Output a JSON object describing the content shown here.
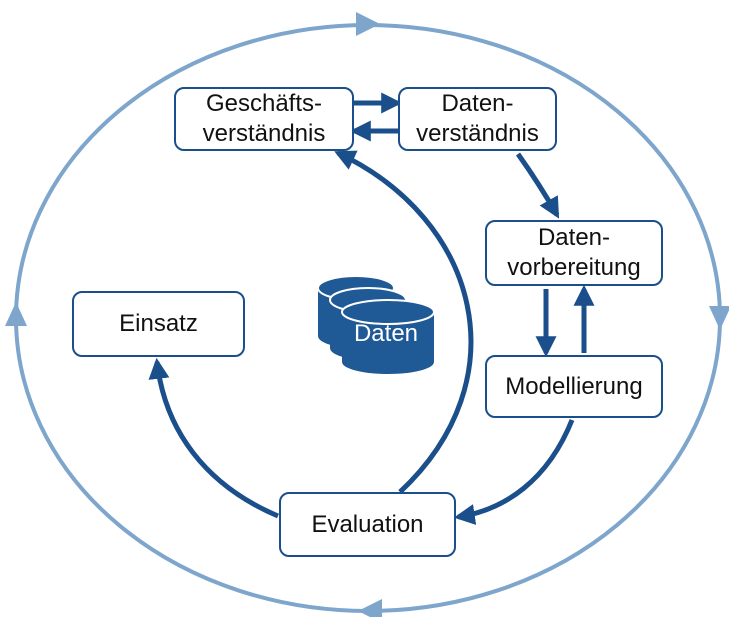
{
  "colors": {
    "outer_cycle": "#7ea6cc",
    "inner_arrows": "#1a4f8b",
    "box_border": "#1a4f8b",
    "database": "#1f5a96"
  },
  "phases": {
    "business_understanding": [
      "Geschäfts-",
      "verständnis"
    ],
    "data_understanding": [
      "Daten-",
      "verständnis"
    ],
    "data_preparation": [
      "Daten-",
      "vorbereitung"
    ],
    "modeling": [
      "Modellierung"
    ],
    "evaluation": [
      "Evaluation"
    ],
    "deployment": [
      "Einsatz"
    ]
  },
  "database": {
    "label": "Daten",
    "icon": "database-stack-icon"
  }
}
